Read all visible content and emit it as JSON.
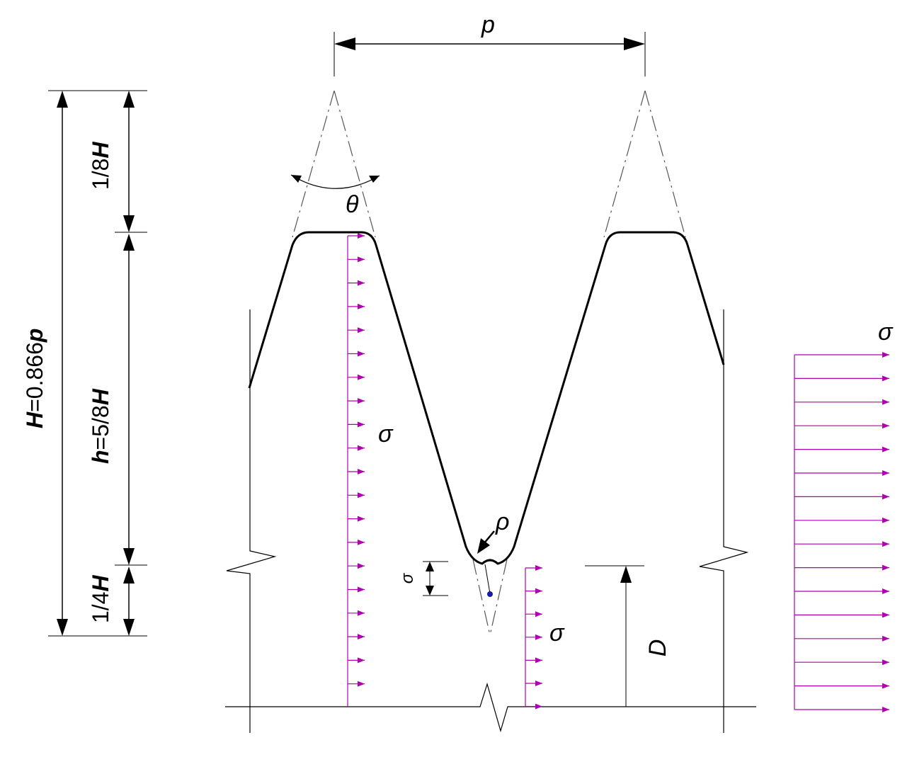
{
  "labels": {
    "pitch": "p",
    "angle": "θ",
    "root_radius": "ρ",
    "diameter": "D",
    "sigma_tooth": "σ",
    "sigma_root": "σ",
    "sigma_applied": "σ",
    "sigma_small": "σ"
  },
  "dims": {
    "full_height": {
      "var": "H",
      "text": "=0.866",
      "suffix": "p"
    },
    "thread_depth": {
      "var": "h",
      "text": "=5/8",
      "suffix": "H"
    },
    "crest_truncation": {
      "text": "1/8",
      "suffix": "H"
    },
    "root_truncation": {
      "text": "1/4",
      "suffix": "H"
    }
  },
  "colors": {
    "stress": "#b000b0",
    "outline": "#000000",
    "construction": "#555555",
    "point": "#1a1aa0"
  }
}
